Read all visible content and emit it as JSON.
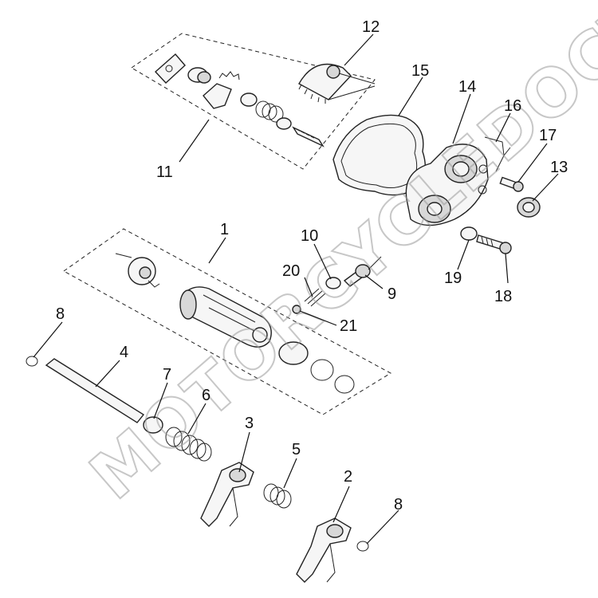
{
  "watermark": {
    "text": "MOTORCYCLEDOCTOR"
  },
  "callouts": [
    {
      "id": "1",
      "label": "1"
    },
    {
      "id": "2",
      "label": "2"
    },
    {
      "id": "3",
      "label": "3"
    },
    {
      "id": "4",
      "label": "4"
    },
    {
      "id": "5",
      "label": "5"
    },
    {
      "id": "6",
      "label": "6"
    },
    {
      "id": "7",
      "label": "7"
    },
    {
      "id": "8a",
      "label": "8"
    },
    {
      "id": "8b",
      "label": "8"
    },
    {
      "id": "9",
      "label": "9"
    },
    {
      "id": "10",
      "label": "10"
    },
    {
      "id": "11",
      "label": "11"
    },
    {
      "id": "12",
      "label": "12"
    },
    {
      "id": "13",
      "label": "13"
    },
    {
      "id": "14",
      "label": "14"
    },
    {
      "id": "15",
      "label": "15"
    },
    {
      "id": "16",
      "label": "16"
    },
    {
      "id": "17",
      "label": "17"
    },
    {
      "id": "18",
      "label": "18"
    },
    {
      "id": "19",
      "label": "19"
    },
    {
      "id": "20",
      "label": "20"
    },
    {
      "id": "21",
      "label": "21"
    }
  ]
}
